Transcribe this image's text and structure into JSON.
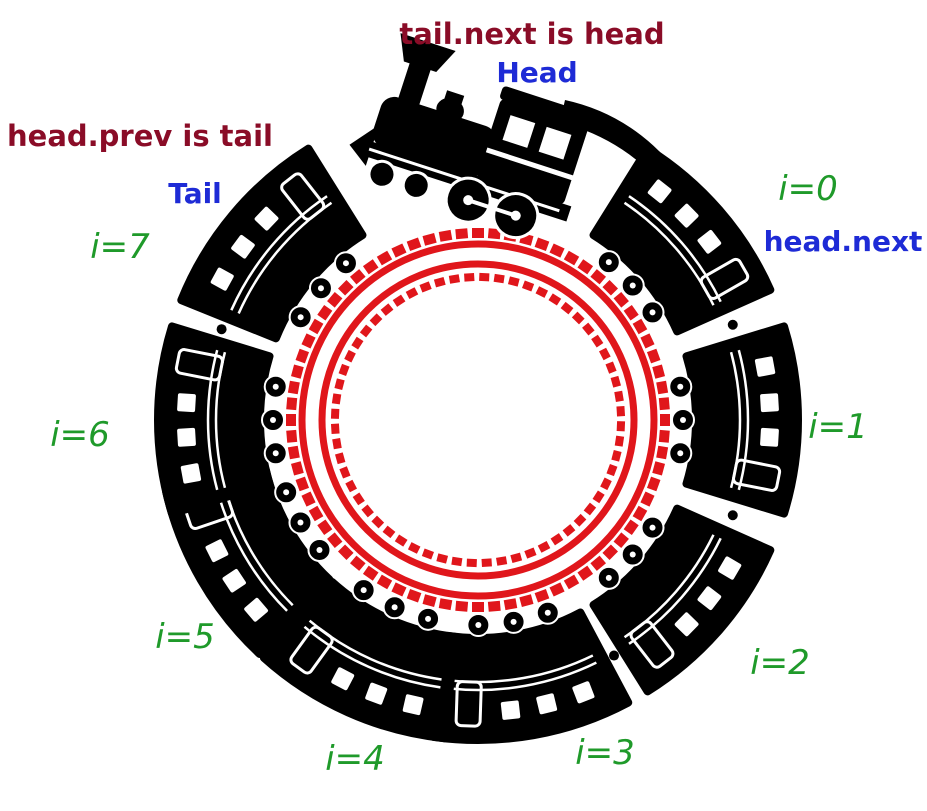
{
  "labels": {
    "tail_next_is_head": "tail.next is head",
    "head": "Head",
    "head_prev_is_tail": "head.prev is tail",
    "tail": "Tail",
    "head_next": "head.next"
  },
  "cars": [
    {
      "index_label": "i=0"
    },
    {
      "index_label": "i=1"
    },
    {
      "index_label": "i=2"
    },
    {
      "index_label": "i=3"
    },
    {
      "index_label": "i=4"
    },
    {
      "index_label": "i=5"
    },
    {
      "index_label": "i=6"
    },
    {
      "index_label": "i=7"
    }
  ],
  "colors": {
    "track": "#e0161b",
    "train": "#000000",
    "annotation_red": "#8a0c27",
    "annotation_blue": "#1e2bd6",
    "index_green": "#1f9a2a"
  }
}
